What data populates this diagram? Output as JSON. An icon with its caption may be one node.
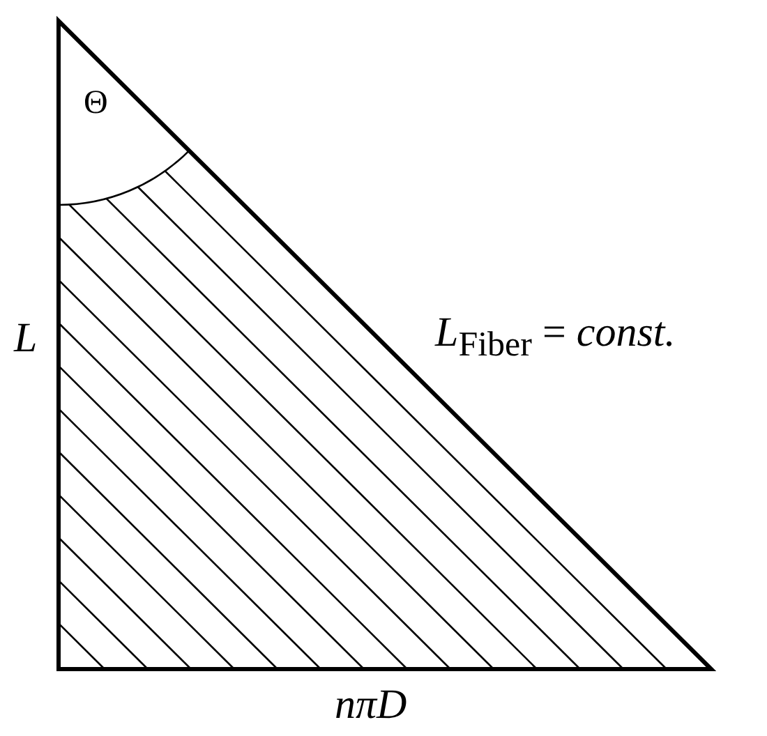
{
  "diagram": {
    "labels": [
      "Θ",
      "L",
      "*L*$_{Fiber}$ = *const.*",
      "nπD"
    ]
  }
}
